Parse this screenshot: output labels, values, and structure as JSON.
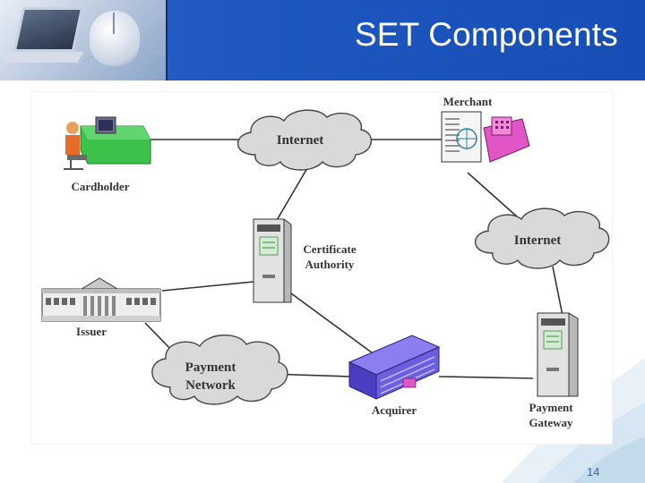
{
  "title": "SET Components",
  "page_number": "14",
  "diagram": {
    "nodes": {
      "cardholder": "Cardholder",
      "merchant": "Merchant",
      "certificate_authority": [
        "Certificate",
        "Authority"
      ],
      "issuer": "Issuer",
      "acquirer": "Acquirer",
      "payment_gateway": [
        "Payment",
        "Gateway"
      ]
    },
    "clouds": {
      "internet_top": "Internet",
      "internet_right": "Internet",
      "payment_network": [
        "Payment",
        "Network"
      ]
    }
  }
}
